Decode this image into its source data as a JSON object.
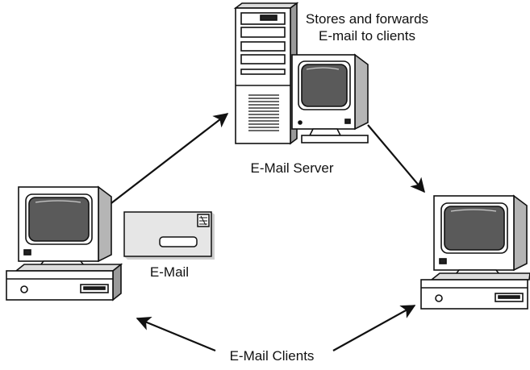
{
  "labels": {
    "server_note_line1": "Stores and forwards",
    "server_note_line2": "E-mail to clients",
    "server": "E-Mail Server",
    "email": "E-Mail",
    "clients": "E-Mail Clients"
  },
  "nodes": [
    {
      "id": "server",
      "icon": "server-tower-with-monitor"
    },
    {
      "id": "client-left",
      "icon": "desktop-computer"
    },
    {
      "id": "client-right",
      "icon": "desktop-computer"
    },
    {
      "id": "message",
      "icon": "envelope"
    }
  ],
  "edges": [
    {
      "from": "client-left",
      "to": "server"
    },
    {
      "from": "server",
      "to": "client-right"
    }
  ],
  "colors": {
    "stroke": "#111111",
    "screen": "#5a5a5a",
    "body": "#ffffff"
  }
}
